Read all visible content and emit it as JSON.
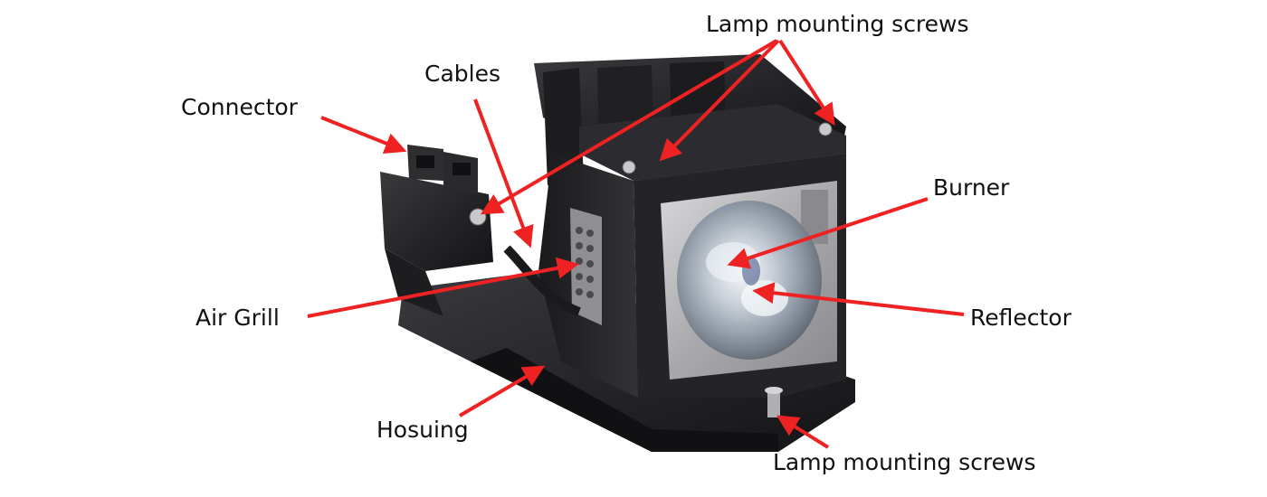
{
  "labels": {
    "lamp_mounting_screws_top": "Lamp mounting screws",
    "cables": "Cables",
    "connector": "Connector",
    "burner": "Burner",
    "air_grill": "Air Grill",
    "reflector": "Reflector",
    "housing": "Hosuing",
    "lamp_mounting_screws_bottom": "Lamp mounting screws"
  },
  "colors": {
    "arrow": "#ee2222",
    "housing_plastic": "#2a2a2c",
    "housing_dark": "#151517",
    "metal_plate": "#b7b7b9",
    "reflector_glass": "#d4dae0",
    "label_text": "#111111"
  }
}
